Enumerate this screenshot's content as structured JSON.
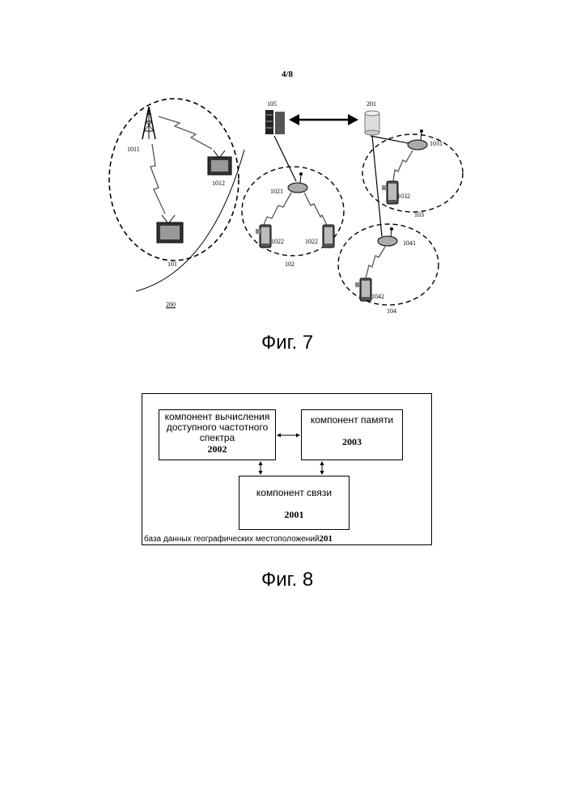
{
  "page_number": "4/8",
  "fig7": {
    "caption": "Фиг. 7",
    "labels": {
      "l1011": "1011",
      "l1012": "1012",
      "l101": "101",
      "l200": "200",
      "l105": "105",
      "l201": "201",
      "l1021": "1021",
      "l1022a": "1022",
      "l1022b": "1022",
      "l102": "102",
      "l1031": "1031",
      "l1032": "1032",
      "l103": "103",
      "l1041": "1041",
      "l1042": "1042",
      "l104": "104"
    }
  },
  "fig8": {
    "caption": "Фиг. 8",
    "calc_component": {
      "text": "компонент вычисления доступного частотного спектра",
      "number": "2002"
    },
    "memory_component": {
      "text": "компонент памяти",
      "number": "2003"
    },
    "comm_component": {
      "text": "компонент связи",
      "number": "2001"
    },
    "database_label": "база данных географических местоположений",
    "database_number": "201"
  }
}
